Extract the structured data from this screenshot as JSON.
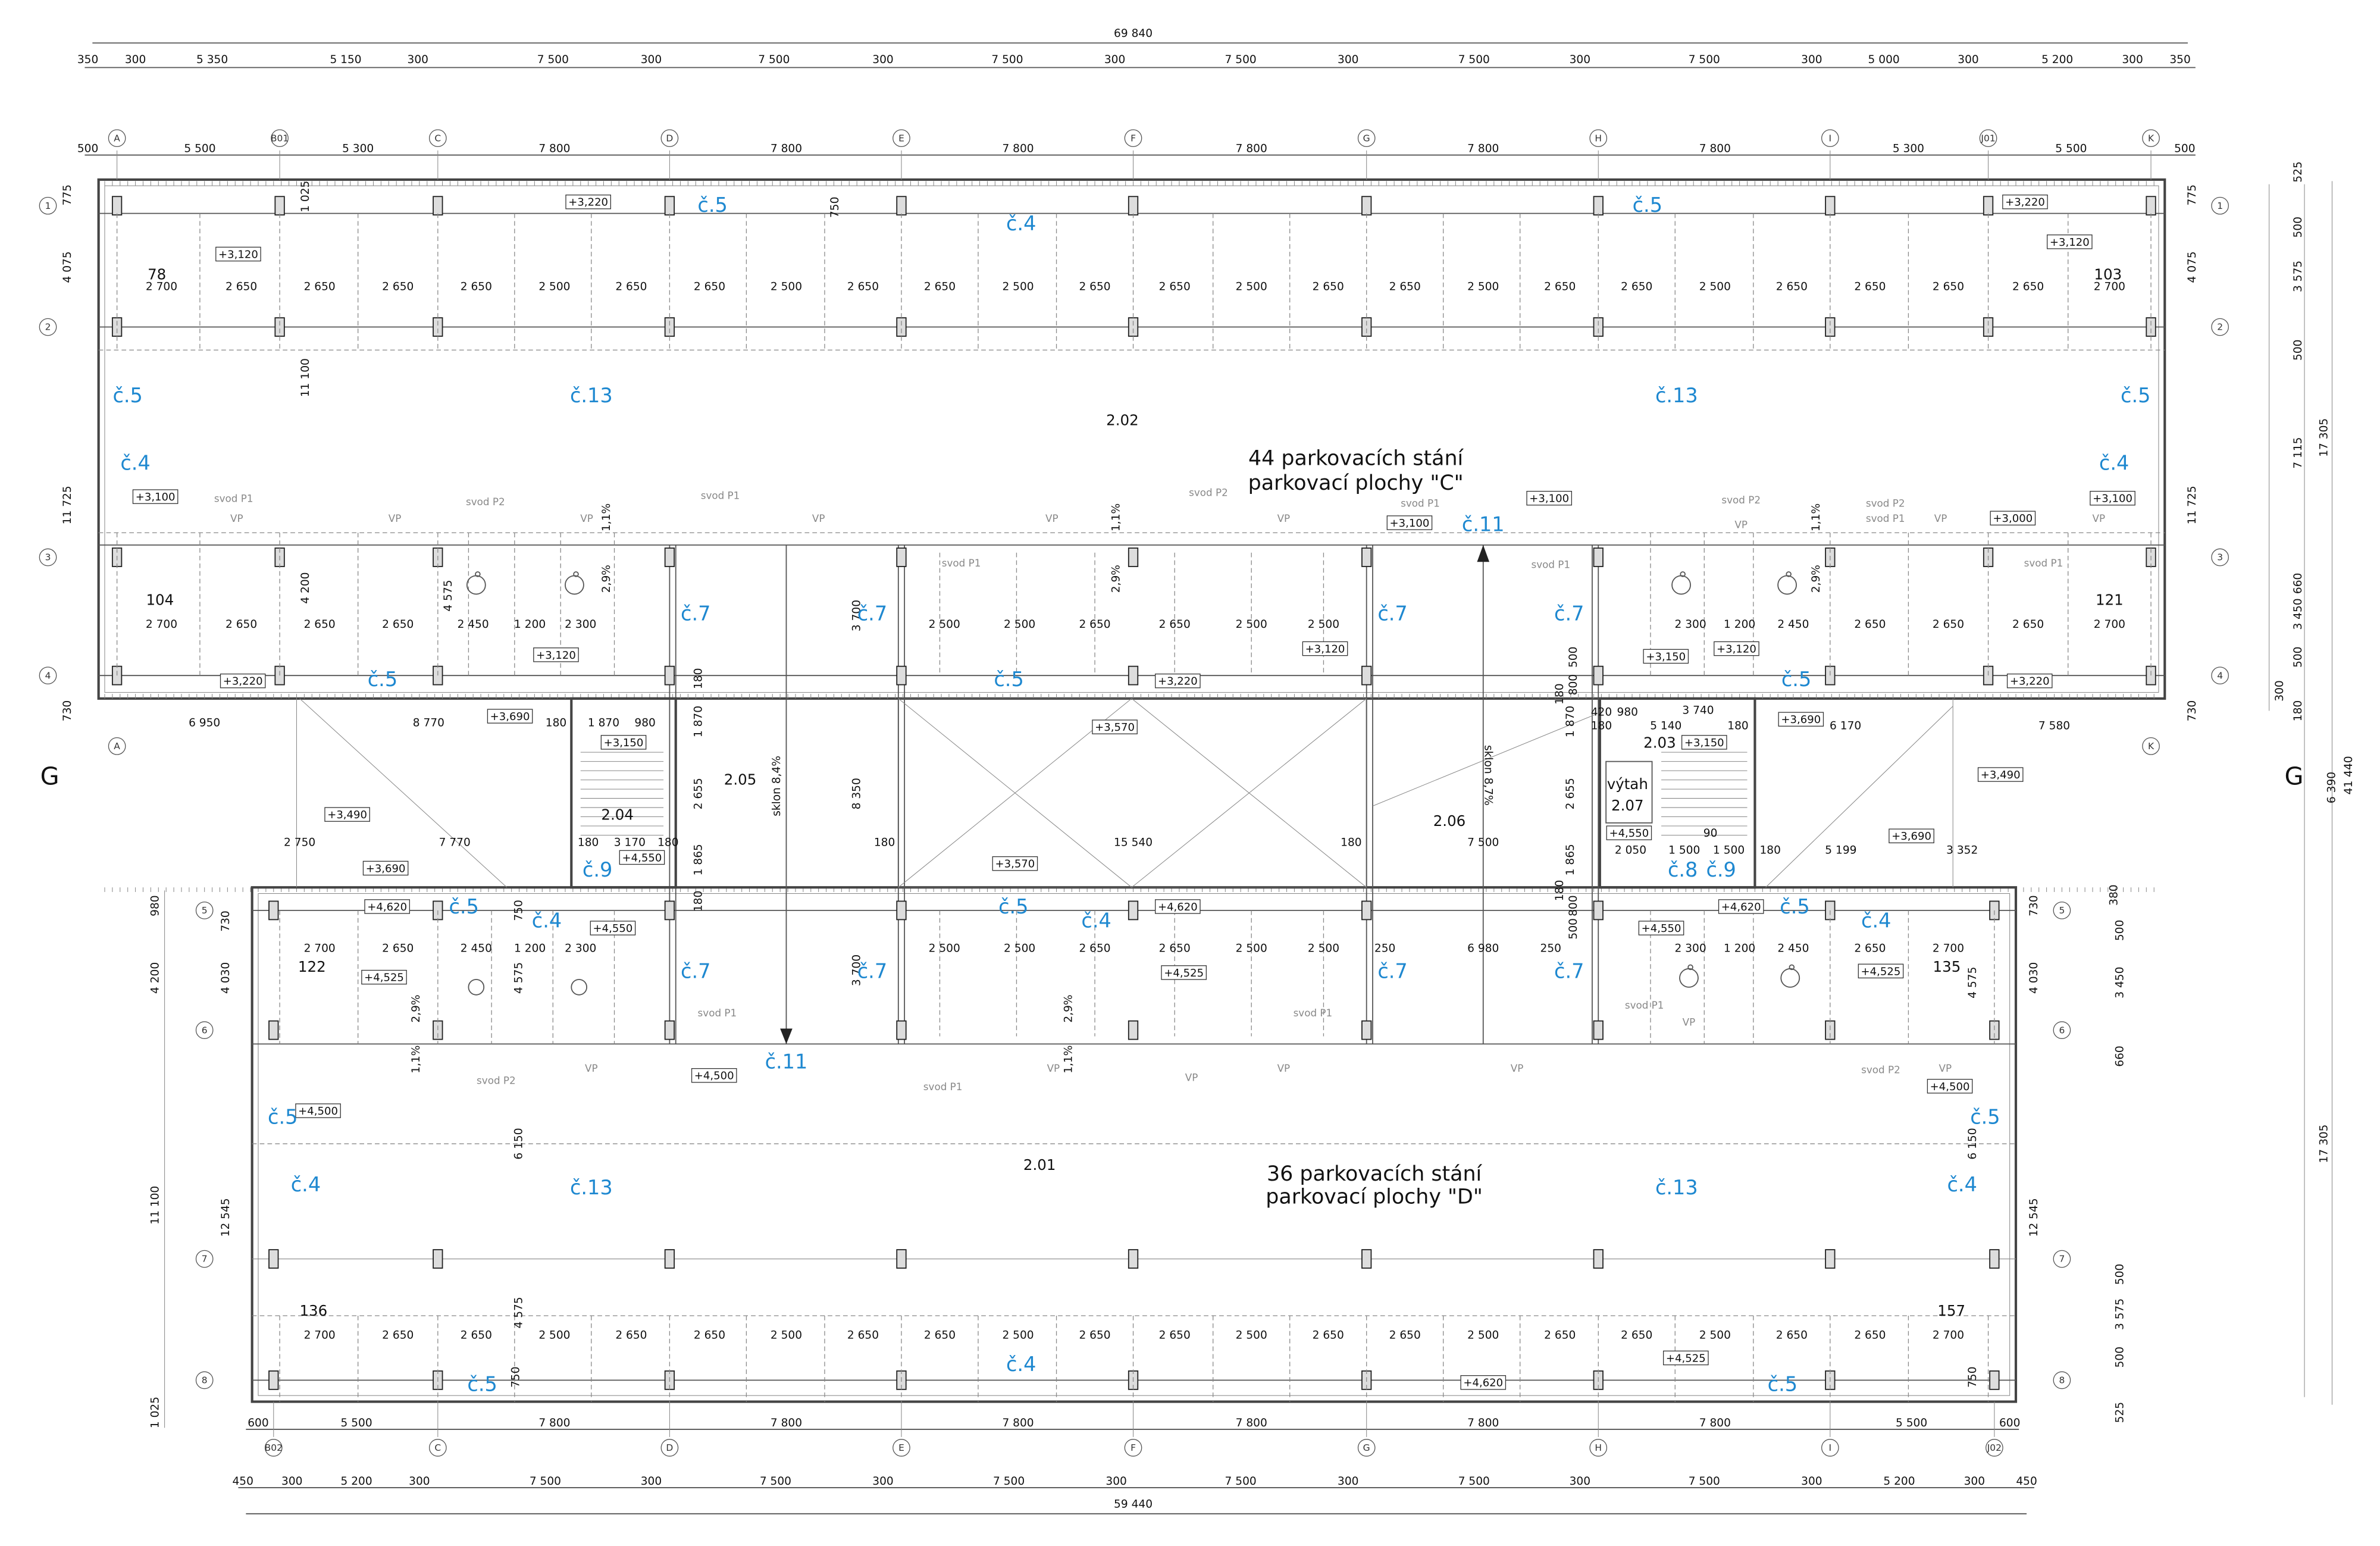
{
  "drawing": {
    "top_total": "69 840",
    "bottom_total": "59 440",
    "section_mark": "G",
    "parking_c_line1": "44 parkovacích stání",
    "parking_c_line2": "parkovací plochy \"C\"",
    "parking_d_line1": "36 parkovacích stání",
    "parking_d_line2": "parkovací plochy \"D\"",
    "ramp_left_slope": "sklon 8,4%",
    "ramp_right_slope": "sklon 8,7%"
  },
  "groups": {
    "top_dims": [
      "350",
      "300",
      "5 350",
      "5 150",
      "300",
      "7 500",
      "300",
      "7 500",
      "300",
      "7 500",
      "300",
      "7 500",
      "300",
      "7 500",
      "300",
      "7 500",
      "300",
      "5 000",
      "300",
      "5 200",
      "300",
      "350"
    ],
    "grid_dims_top": [
      "500",
      "5 500",
      "5 300",
      "7 800",
      "7 800",
      "7 800",
      "7 800",
      "7 800",
      "7 800",
      "5 300",
      "5 500",
      "500"
    ],
    "axes_top": [
      "A",
      "B01",
      "C",
      "D",
      "E",
      "F",
      "G",
      "H",
      "I",
      "J01",
      "K"
    ],
    "axes_bottom": [
      "B02",
      "C",
      "D",
      "E",
      "F",
      "G",
      "H",
      "I",
      "J02"
    ],
    "axes_mid": [
      "A",
      "K"
    ],
    "rows_left": [
      "1",
      "2",
      "3",
      "4",
      "5",
      "6",
      "7",
      "8"
    ],
    "rows_right": [
      "1",
      "2",
      "3",
      "4",
      "5",
      "6",
      "7",
      "8"
    ],
    "grid_dims_bottom": [
      "600",
      "5 500",
      "7 800",
      "7 800",
      "7 800",
      "7 800",
      "7 800",
      "7 800",
      "5 500",
      "600"
    ],
    "bottom_dims": [
      "450",
      "300",
      "5 200",
      "300",
      "7 500",
      "300",
      "7 500",
      "300",
      "7 500",
      "300",
      "7 500",
      "300",
      "7 500",
      "300",
      "7 500",
      "300",
      "5 200",
      "300",
      "450"
    ],
    "spots_row1": [
      "2 700",
      "2 650",
      "2 650",
      "2 650",
      "2 650",
      "2 500",
      "2 650",
      "2 650",
      "2 500",
      "2 650",
      "2 650",
      "2 500",
      "2 650",
      "2 650",
      "2 500",
      "2 650",
      "2 650",
      "2 500",
      "2 650",
      "2 650",
      "2 500",
      "2 650",
      "2 650",
      "2 650",
      "2 650",
      "2 700"
    ],
    "spots_row3": [
      "2 700",
      "2 650",
      "2 650",
      "2 650",
      "2 450",
      "1 200",
      "2 300",
      "2 500",
      "2 500",
      "2 650",
      "2 650",
      "2 500",
      "2 500",
      "2 300",
      "1 200",
      "2 450",
      "2 650",
      "2 650",
      "2 650",
      "2 700"
    ],
    "spots_row5": [
      "2 700",
      "2 650",
      "2 450",
      "1 200",
      "2 300",
      "2 500",
      "2 500",
      "2 650",
      "2 650",
      "2 500",
      "2 500",
      "2 300",
      "1 200",
      "2 450",
      "2 650",
      "2 700"
    ],
    "spots_row8": [
      "2 700",
      "2 650",
      "2 650",
      "2 500",
      "2 650",
      "2 650",
      "2 500",
      "2 650",
      "2 650",
      "2 500",
      "2 650",
      "2 650",
      "2 500",
      "2 650",
      "2 650",
      "2 500",
      "2 650",
      "2 650",
      "2 500",
      "2 650",
      "2 650",
      "2 700"
    ],
    "mid_dims": [
      "6 950",
      "8 770",
      "180",
      "1 870",
      "980",
      "2 750",
      "7 770",
      "180",
      "3 170",
      "180",
      "180",
      "15 540",
      "180",
      "7 500",
      "6 980",
      "250",
      "250",
      "420",
      "980",
      "5 140",
      "3 740",
      "180",
      "180",
      "6 170",
      "7 580",
      "2 050",
      "1 500",
      "1 500",
      "180",
      "5 199",
      "3 352",
      "90"
    ],
    "vert_dims": [
      "775",
      "4 075",
      "11 725",
      "730",
      "1 025",
      "11 100",
      "4 200",
      "4 575",
      "980",
      "4 200",
      "11 100",
      "1 025",
      "730",
      "4 030",
      "12 545",
      "750",
      "4 575",
      "6 150",
      "4 575",
      "750",
      "750",
      "1 870",
      "2 655",
      "1 865",
      "180",
      "180",
      "3 700",
      "8 350",
      "3 700",
      "180",
      "1 870",
      "2 655",
      "1 865",
      "180",
      "500",
      "800",
      "500",
      "800",
      "775",
      "4 075",
      "11 725",
      "730",
      "730",
      "4 030",
      "12 545",
      "4 575",
      "6 150",
      "750",
      "380",
      "500",
      "3 450",
      "660",
      "500",
      "3 575",
      "500",
      "525",
      "525",
      "500",
      "3 575",
      "500",
      "7 115",
      "660",
      "3 450",
      "500",
      "180",
      "300",
      "6 390",
      "17 305",
      "41 440",
      "17 305",
      "1,1%",
      "2,9%",
      "1,1%",
      "2,9%",
      "2,9%",
      "1,1%",
      "1,1%",
      "2,9%",
      "2,9%",
      "1,1%"
    ],
    "elevations": [
      "+3,220",
      "+3,120",
      "+3,100",
      "+3,220",
      "+3,120",
      "+3,690",
      "+3,150",
      "+3,490",
      "+4,550",
      "+3,690",
      "+4,620",
      "+4,550",
      "+4,525",
      "+4,500",
      "+4,500",
      "+3,220",
      "+3,120",
      "+3,570",
      "+3,570",
      "+4,620",
      "+4,525",
      "+3,100",
      "+3,100",
      "+3,150",
      "+3,120",
      "+3,690",
      "+3,150",
      "+4,550",
      "+4,620",
      "+4,550",
      "+3,690",
      "+3,490",
      "+4,525",
      "+4,500",
      "+3,220",
      "+3,120",
      "+3,000",
      "+3,100",
      "+3,220",
      "+4,620",
      "+4,525"
    ],
    "blue_tags": [
      "č.5",
      "č.4",
      "č.5",
      "č.5",
      "č.13",
      "č.13",
      "č.5",
      "č.4",
      "č.4",
      "č.11",
      "č.7",
      "č.7",
      "č.7",
      "č.7",
      "č.5",
      "č.5",
      "č.5",
      "č.9",
      "č.8",
      "č.9",
      "č.5",
      "č.4",
      "č.5",
      "č.4",
      "č.5",
      "č.4",
      "č.7",
      "č.7",
      "č.7",
      "č.7",
      "č.11",
      "č.5",
      "č.5",
      "č.4",
      "č.13",
      "č.13",
      "č.4",
      "č.4",
      "č.5",
      "č.5"
    ],
    "rooms": [
      "2.02",
      "2.01",
      "2.05",
      "2.04",
      "2.06",
      "2.03",
      "2.07",
      "výtah"
    ],
    "spot_numbers": [
      "78",
      "103",
      "104",
      "121",
      "122",
      "135",
      "136",
      "157"
    ],
    "gray_notes": [
      "svod P1",
      "VP",
      "svod P2",
      "VP",
      "svod P1",
      "VP",
      "svod P1",
      "VP",
      "svod P2",
      "VP",
      "svod P1",
      "svod P1",
      "VP",
      "svod P2",
      "VP",
      "svod P1",
      "svod P1",
      "VP",
      "VP",
      "svod P2",
      "VP",
      "svod P1",
      "svod P1",
      "VP",
      "svod P2",
      "VP",
      "svod P1",
      "VP",
      "VP",
      "svod P1",
      "VP",
      "svod P2",
      "VP"
    ]
  },
  "colors": {
    "tag_blue": "#1e88d0",
    "line": "#555555"
  }
}
